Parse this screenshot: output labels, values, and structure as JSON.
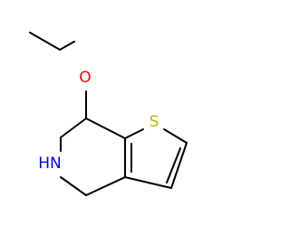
{
  "molecule": {
    "atoms": [
      {
        "id": "oxygen",
        "label": "O",
        "color": "#FF0000"
      },
      {
        "id": "sulfur",
        "label": "S",
        "color": "#B8B800"
      },
      {
        "id": "nitrogen",
        "label": "HN",
        "color": "#0000FF"
      }
    ],
    "bond_color": "#000000",
    "background": "#FFFFFF"
  }
}
